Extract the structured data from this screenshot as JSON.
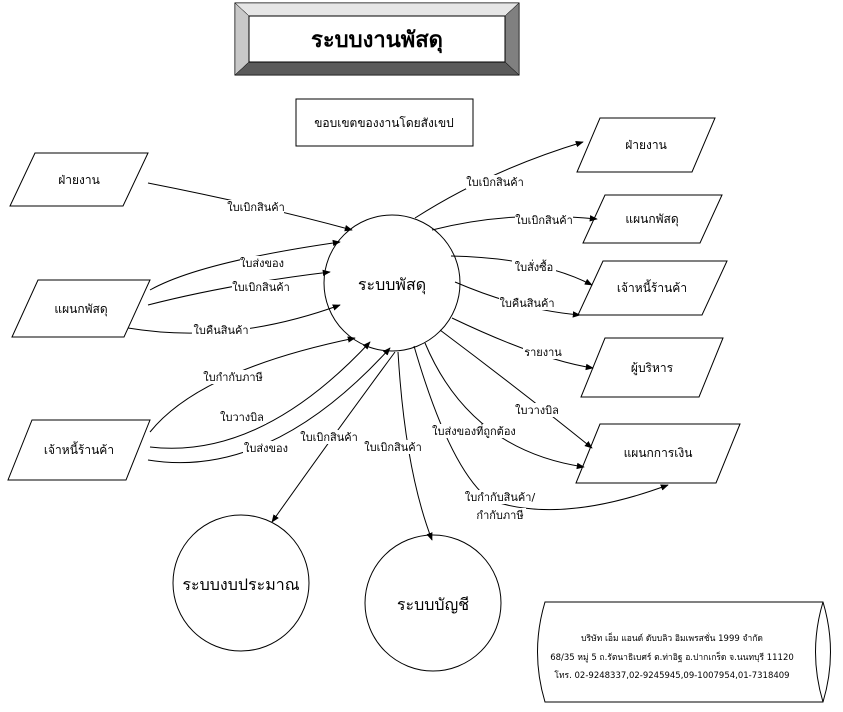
{
  "title": "ระบบงานพัสดุ",
  "scope_box": "ขอบเขตของงานโดยสังเขป",
  "center": "ระบบพัสดุ",
  "entities": {
    "left_dept": "ฝ่ายงาน",
    "left_supply": "แผนกพัสดุ",
    "left_creditor": "เจ้าหนี้ร้านค้า",
    "right_dept": "ฝ่ายงาน",
    "right_supply": "แผนกพัสดุ",
    "right_creditor": "เจ้าหนี้ร้านค้า",
    "right_exec": "ผู้บริหาร",
    "right_finance": "แผนกการเงิน"
  },
  "subsystems": {
    "budget": "ระบบงบประมาณ",
    "accounting": "ระบบบัญชี"
  },
  "flows": {
    "f1": "ใบเบิกสินค้า",
    "f2": "ใบส่งของ",
    "f3": "ใบเบิกสินค้า",
    "f4": "ใบคืนสินค้า",
    "f5": "ใบกำกับภาษี",
    "f6": "ใบวางบิล",
    "f7": "ใบส่งของ",
    "f8": "ใบเบิกสินค้า",
    "f9": "ใบเบิกสินค้า",
    "f10": "ใบเบิกสินค้า",
    "f11": "ใบเบิกสินค้า",
    "f12": "ใบสั่งซื้อ",
    "f13": "ใบคืนสินค้า",
    "f14": "รายงาน",
    "f15": "ใบวางบิล",
    "f16": "ใบส่งของที่ถูกต้อง",
    "f17a": "ใบกำกับสินค้า/",
    "f17b": "กำกับภาษี"
  },
  "company": {
    "name": "บริษัท เอ็ม แอนด์ ดับบลิว อิมเพรสชั่น 1999 จำกัด",
    "address": "68/35 หมู่ 5 ถ.รัตนาธิเบศร์ ต.ท่าอิฐ อ.ปากเกร็ด จ.นนทบุรี 11120",
    "phone": "โทร.  02-9248337,02-9245945,09-1007954,01-7318409"
  }
}
